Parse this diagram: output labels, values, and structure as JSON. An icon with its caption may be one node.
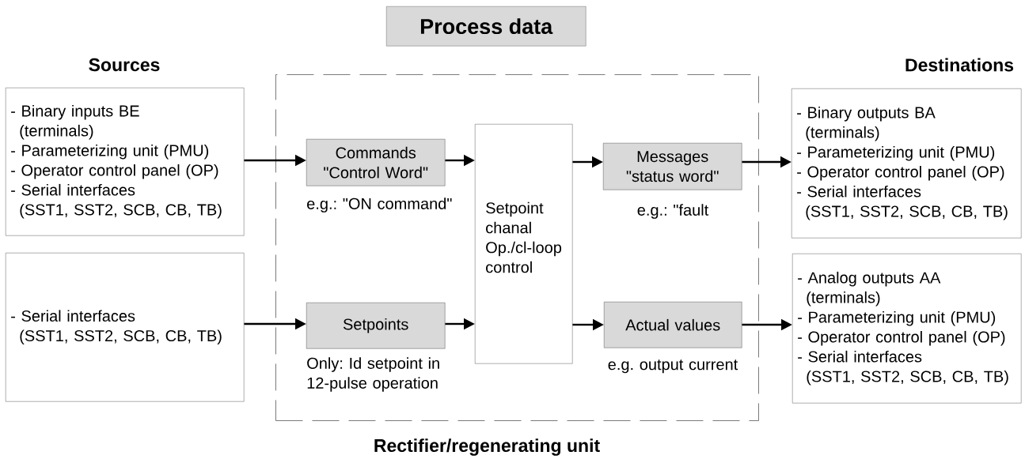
{
  "diagram": {
    "nodes": [
      {
        "text": [
          "Process data"
        ]
      },
      {
        "text": [
          "Sources",
          "- Binary inputs BE (terminals)",
          "- Parameterizing unit (PMU)",
          "- Operator control panel (OP)",
          "- Serial interfaces (SST1, SST2, SCB, CB, TB)"
        ]
      },
      {
        "text": [
          "Rectifier/regenerating unit"
        ]
      },
      {
        "text": [
          "Commands \"Control Word\""
        ],
        "in": 2,
        "beside": [
          "e.g.: \"ON command\""
        ]
      },
      {
        "text": [
          "Setpoint chanal Op./cl-loop control"
        ],
        "in": 2
      },
      {
        "text": [
          "Messages \"status word\""
        ],
        "in": 2,
        "beside": [
          "e.g.: \"fault"
        ]
      },
      {
        "text": [
          "Setpoints"
        ],
        "in": 2,
        "beside": [
          "Only: Id setpoint in 12-pulse operation"
        ]
      },
      {
        "text": [
          "Actual values"
        ],
        "in": 2,
        "beside": [
          "e.g. output current"
        ]
      },
      {
        "text": [
          "Destinations",
          "- Binary outputs BA (terminals)",
          "- Parameterizing unit (PMU)",
          "- Operator control panel (OP)",
          "- Serial interfaces (SST1, SST2, SCB, CB, TB)"
        ]
      },
      {
        "text": [
          "- Serial interfaces (SST1, SST2, SCB, CB, TB)"
        ]
      },
      {
        "text": [
          "- Analog outputs AA (terminals)",
          "- Parameterizing unit (PMU)",
          "- Operator control panel (OP)",
          "- Serial interfaces (SST1, SST2, SCB, CB, TB)"
        ]
      }
    ],
    "edges": [
      {
        "from": 1,
        "to": 3,
        "arrow": "to"
      },
      {
        "from": 3,
        "to": 4,
        "arrow": "to"
      },
      {
        "from": 4,
        "to": 5,
        "arrow": "to"
      },
      {
        "from": 5,
        "to": 8,
        "arrow": "to"
      },
      {
        "from": 9,
        "to": 6,
        "arrow": "to"
      },
      {
        "from": 6,
        "to": 4,
        "arrow": "to"
      },
      {
        "from": 4,
        "to": 7,
        "arrow": "to"
      },
      {
        "from": 7,
        "to": 10,
        "arrow": "to"
      }
    ]
  }
}
